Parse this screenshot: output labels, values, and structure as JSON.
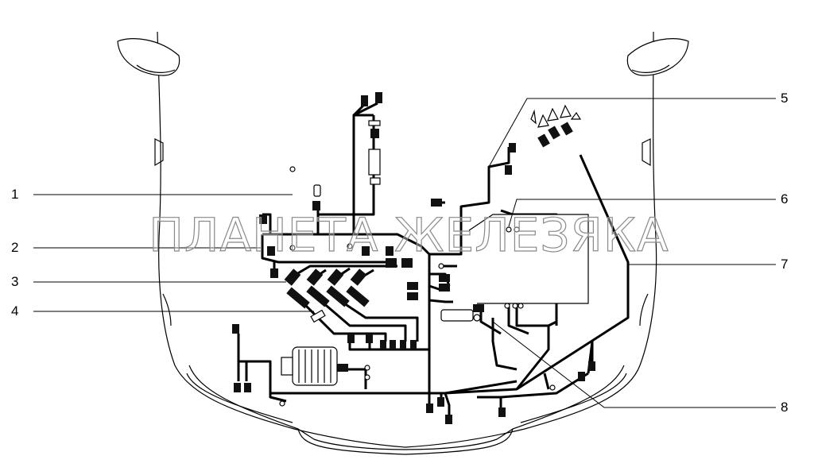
{
  "callouts": [
    {
      "label": "1"
    },
    {
      "label": "2"
    },
    {
      "label": "3"
    },
    {
      "label": "4"
    },
    {
      "label": "5"
    },
    {
      "label": "6"
    },
    {
      "label": "7"
    },
    {
      "label": "8"
    }
  ],
  "watermark": "ПЛАНЕТА ЖЕЛЕЗЯКА",
  "colors": {
    "line": "#000000",
    "connector": "#111111",
    "watermark": "#8a8a8a"
  }
}
